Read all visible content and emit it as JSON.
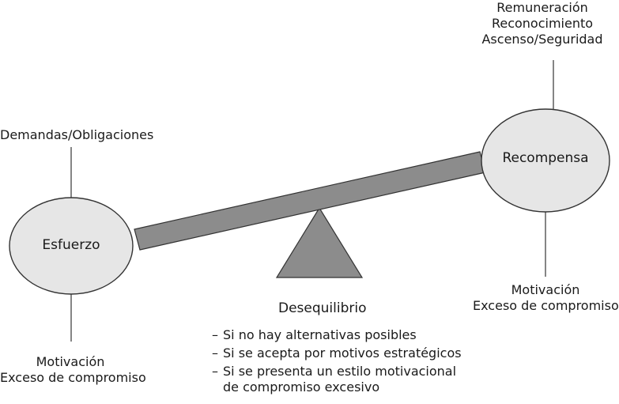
{
  "left": {
    "top_label": "Demandas/Obligaciones",
    "oval_label": "Esfuerzo",
    "bottom_labels": [
      "Motivación",
      "Exceso de compromiso"
    ]
  },
  "right": {
    "top_labels": [
      "Remuneración",
      "Reconocimiento",
      "Ascenso/Seguridad"
    ],
    "oval_label": "Recompensa",
    "bottom_labels": [
      "Motivación",
      "Exceso de compromiso"
    ]
  },
  "center": {
    "title": "Desequilibrio",
    "dash": "–",
    "conditions": [
      "Si no hay alternativas posibles",
      "Si se acepta por motivos estratégicos",
      "Si se presenta un estilo motivacional",
      "de compromiso excesivo"
    ]
  },
  "colors": {
    "oval_fill": "#e6e6e6",
    "beam_fill": "#8c8c8c",
    "fulcrum_fill": "#8c8c8c",
    "stroke": "#333333"
  }
}
